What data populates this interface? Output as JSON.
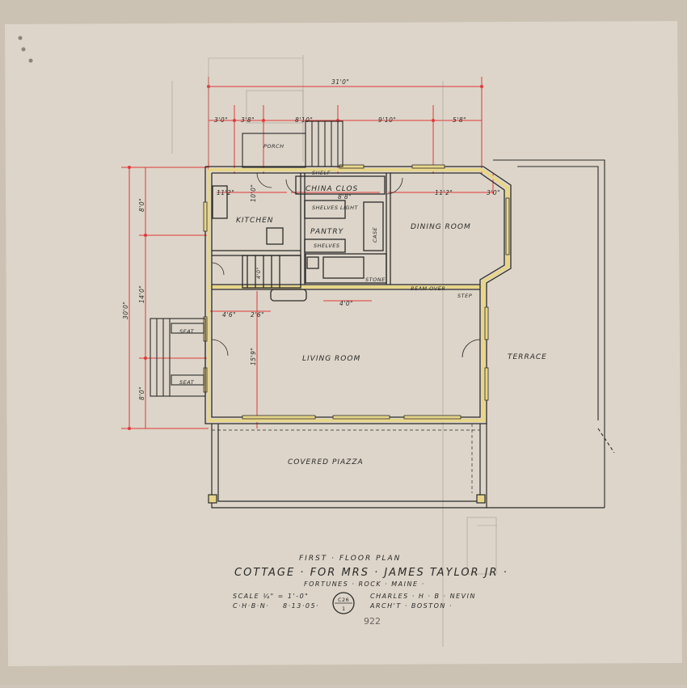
{
  "rooms": {
    "porch": "PORCH",
    "shelf": "SHELF",
    "china_clos": "CHINA CLOS",
    "shelves_light": "SHELVES LIGHT",
    "kitchen": "KITCHEN",
    "pantry": "PANTRY",
    "shelves": "SHELVES",
    "case": "CASE",
    "dining_room": "DINING ROOM",
    "beam_over": "BEAM OVER",
    "stone": "STONE",
    "step": "STEP",
    "seat_top": "SEAT",
    "seat_bottom": "SEAT",
    "living_room": "LIVING ROOM",
    "terrace": "TERRACE",
    "covered_piazza": "COVERED PIAZZA"
  },
  "dimensions": {
    "overall_width": "31'0\"",
    "d_3_0_left": "3'0\"",
    "d_3_8": "3'8\"",
    "d_8_10": "8'10\"",
    "d_9_10": "9'10\"",
    "d_5_8": "5'8\"",
    "d_11_2_left": "11'2\"",
    "d_8_8": "8'8\"",
    "d_11_2_right": "11'2\"",
    "d_3_0_right": "3'0\"",
    "d_10_0": "10'0\"",
    "d_8_0_top": "8'0\"",
    "d_30_0": "30'0\"",
    "d_14_0": "14'0\"",
    "d_8_0_bottom": "8'0\"",
    "d_4_6": "4'6\"",
    "d_2_6": "2'6\"",
    "d_4_0": "4'0\"",
    "d_15_9": "15'9\"",
    "d_4_0_stair": "4'0\""
  },
  "title_block": {
    "line1": "FIRST · FLOOR PLAN",
    "line2": "COTTAGE · FOR MRS · JAMES TAYLOR JR ·",
    "line3": "FORTUNES · ROCK · MAINE ·",
    "scale": "SCALE ¼\" = 1'-0\"",
    "drawn": "C·H·B·N·",
    "date": "8·13·05·",
    "architect": "CHARLES · H · B · NEVIN",
    "office": "ARCH'T · BOSTON ·",
    "stamp_top": "C26",
    "stamp_bottom": "1",
    "sheet_number": "922"
  },
  "colors": {
    "paper": "#ddd5c9",
    "ink": "#2b2a2a",
    "red_dimension": "#e0393c",
    "yellow_wall": "#e7d68a"
  }
}
